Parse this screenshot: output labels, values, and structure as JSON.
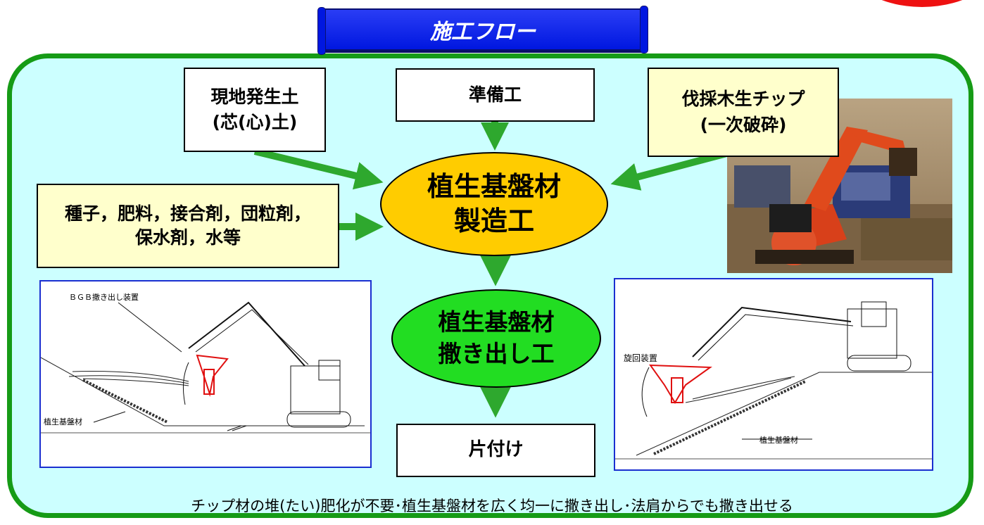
{
  "title": "施工フロー",
  "boxes": {
    "soil_line1": "現地発生土",
    "soil_line2": "(芯(心)土)",
    "prep": "準備工",
    "chip_line1": "伐採木生チップ",
    "chip_line2": "(一次破砕)",
    "additives_line1": "種子，肥料，接合剤，団粒剤，",
    "additives_line2": "保水剤，水等",
    "cleanup": "片付け"
  },
  "ellipses": {
    "manufacture_line1": "植生基盤材",
    "manufacture_line2": "製造工",
    "spread_line1": "植生基盤材",
    "spread_line2": "撒き出し工"
  },
  "drawing_left": {
    "device_label": "ＢＧＢ撒き出し装置",
    "material_label": "植生基盤材"
  },
  "drawing_right": {
    "device_label": "旋回装置",
    "material_label": "植生基盤材"
  },
  "footer": "チップ材の堆(たい)肥化が不要･植生基盤材を広く均一に撒き出し･法肩からでも撒き出せる",
  "colors": {
    "panel_bg": "#ccffff",
    "panel_border": "#169b16",
    "arrow": "#2ea82e",
    "banner": "#0017e0",
    "manufacture_fill": "#ffcc00",
    "spread_fill": "#22dd22",
    "drawing_border": "#1a2fd0"
  }
}
